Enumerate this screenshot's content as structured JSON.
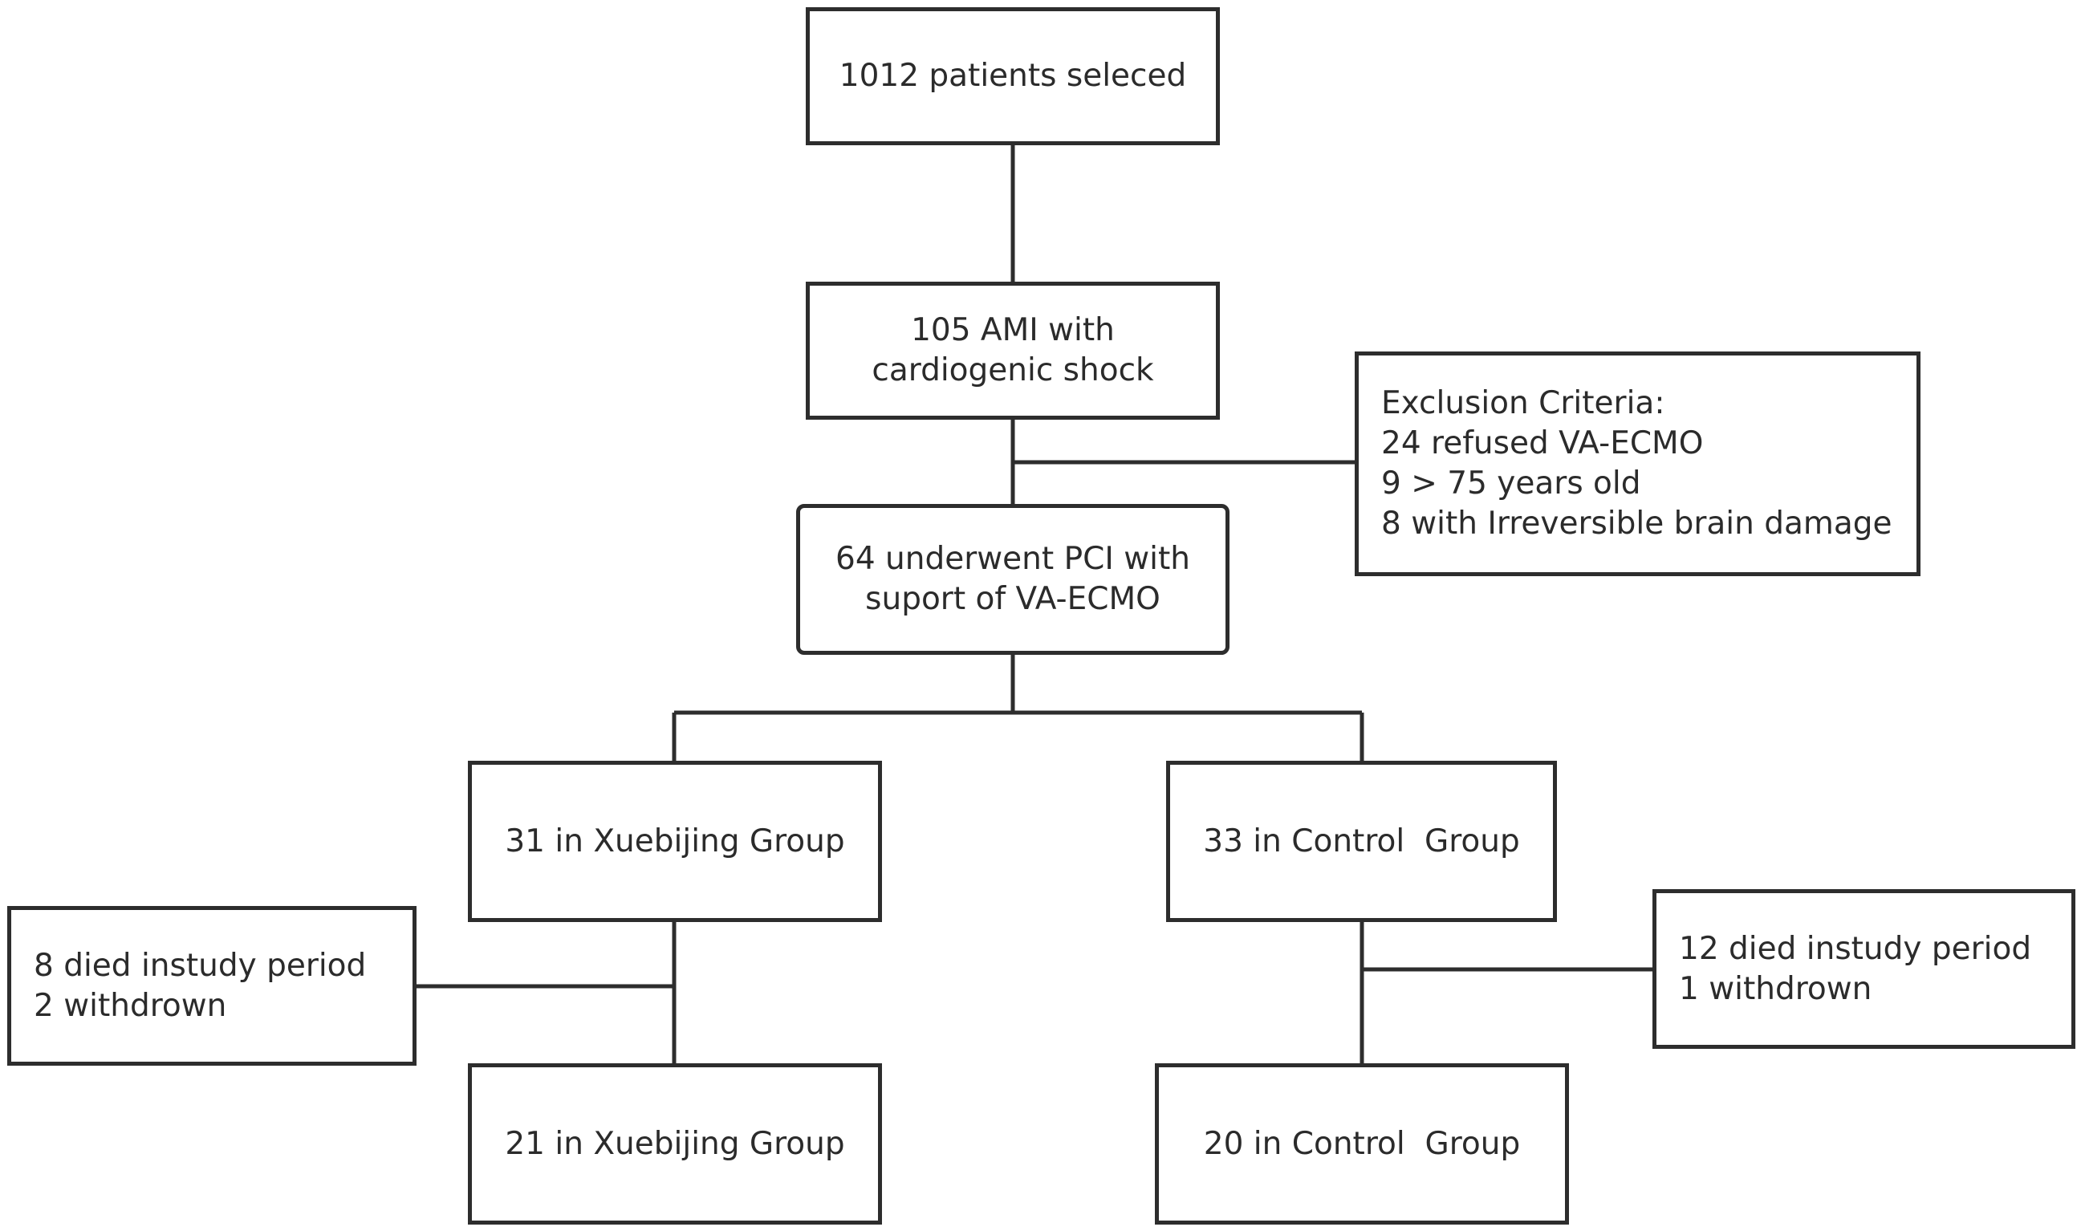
{
  "boxes": {
    "selected": {
      "lines": [
        "1012 patients seleced"
      ]
    },
    "ami": {
      "lines": [
        "105 AMI with",
        "cardiogenic shock"
      ]
    },
    "pci": {
      "lines": [
        "64 underwent PCI with",
        "suport of VA-ECMO"
      ]
    },
    "exclusion": {
      "lines": [
        "Exclusion Criteria:",
        "24 refused VA-ECMO",
        "9 > 75 years old",
        "8 with Irreversible brain damage"
      ]
    },
    "xuebijing_start": {
      "lines": [
        "31 in Xuebijing Group"
      ]
    },
    "control_start": {
      "lines": [
        "33 in Control  Group"
      ]
    },
    "xuebijing_loss": {
      "lines": [
        "8 died instudy period",
        "2 withdrown"
      ]
    },
    "control_loss": {
      "lines": [
        "12 died instudy period",
        "1 withdrown"
      ]
    },
    "xuebijing_end": {
      "lines": [
        "21 in Xuebijing Group"
      ]
    },
    "control_end": {
      "lines": [
        "20 in Control  Group"
      ]
    }
  }
}
